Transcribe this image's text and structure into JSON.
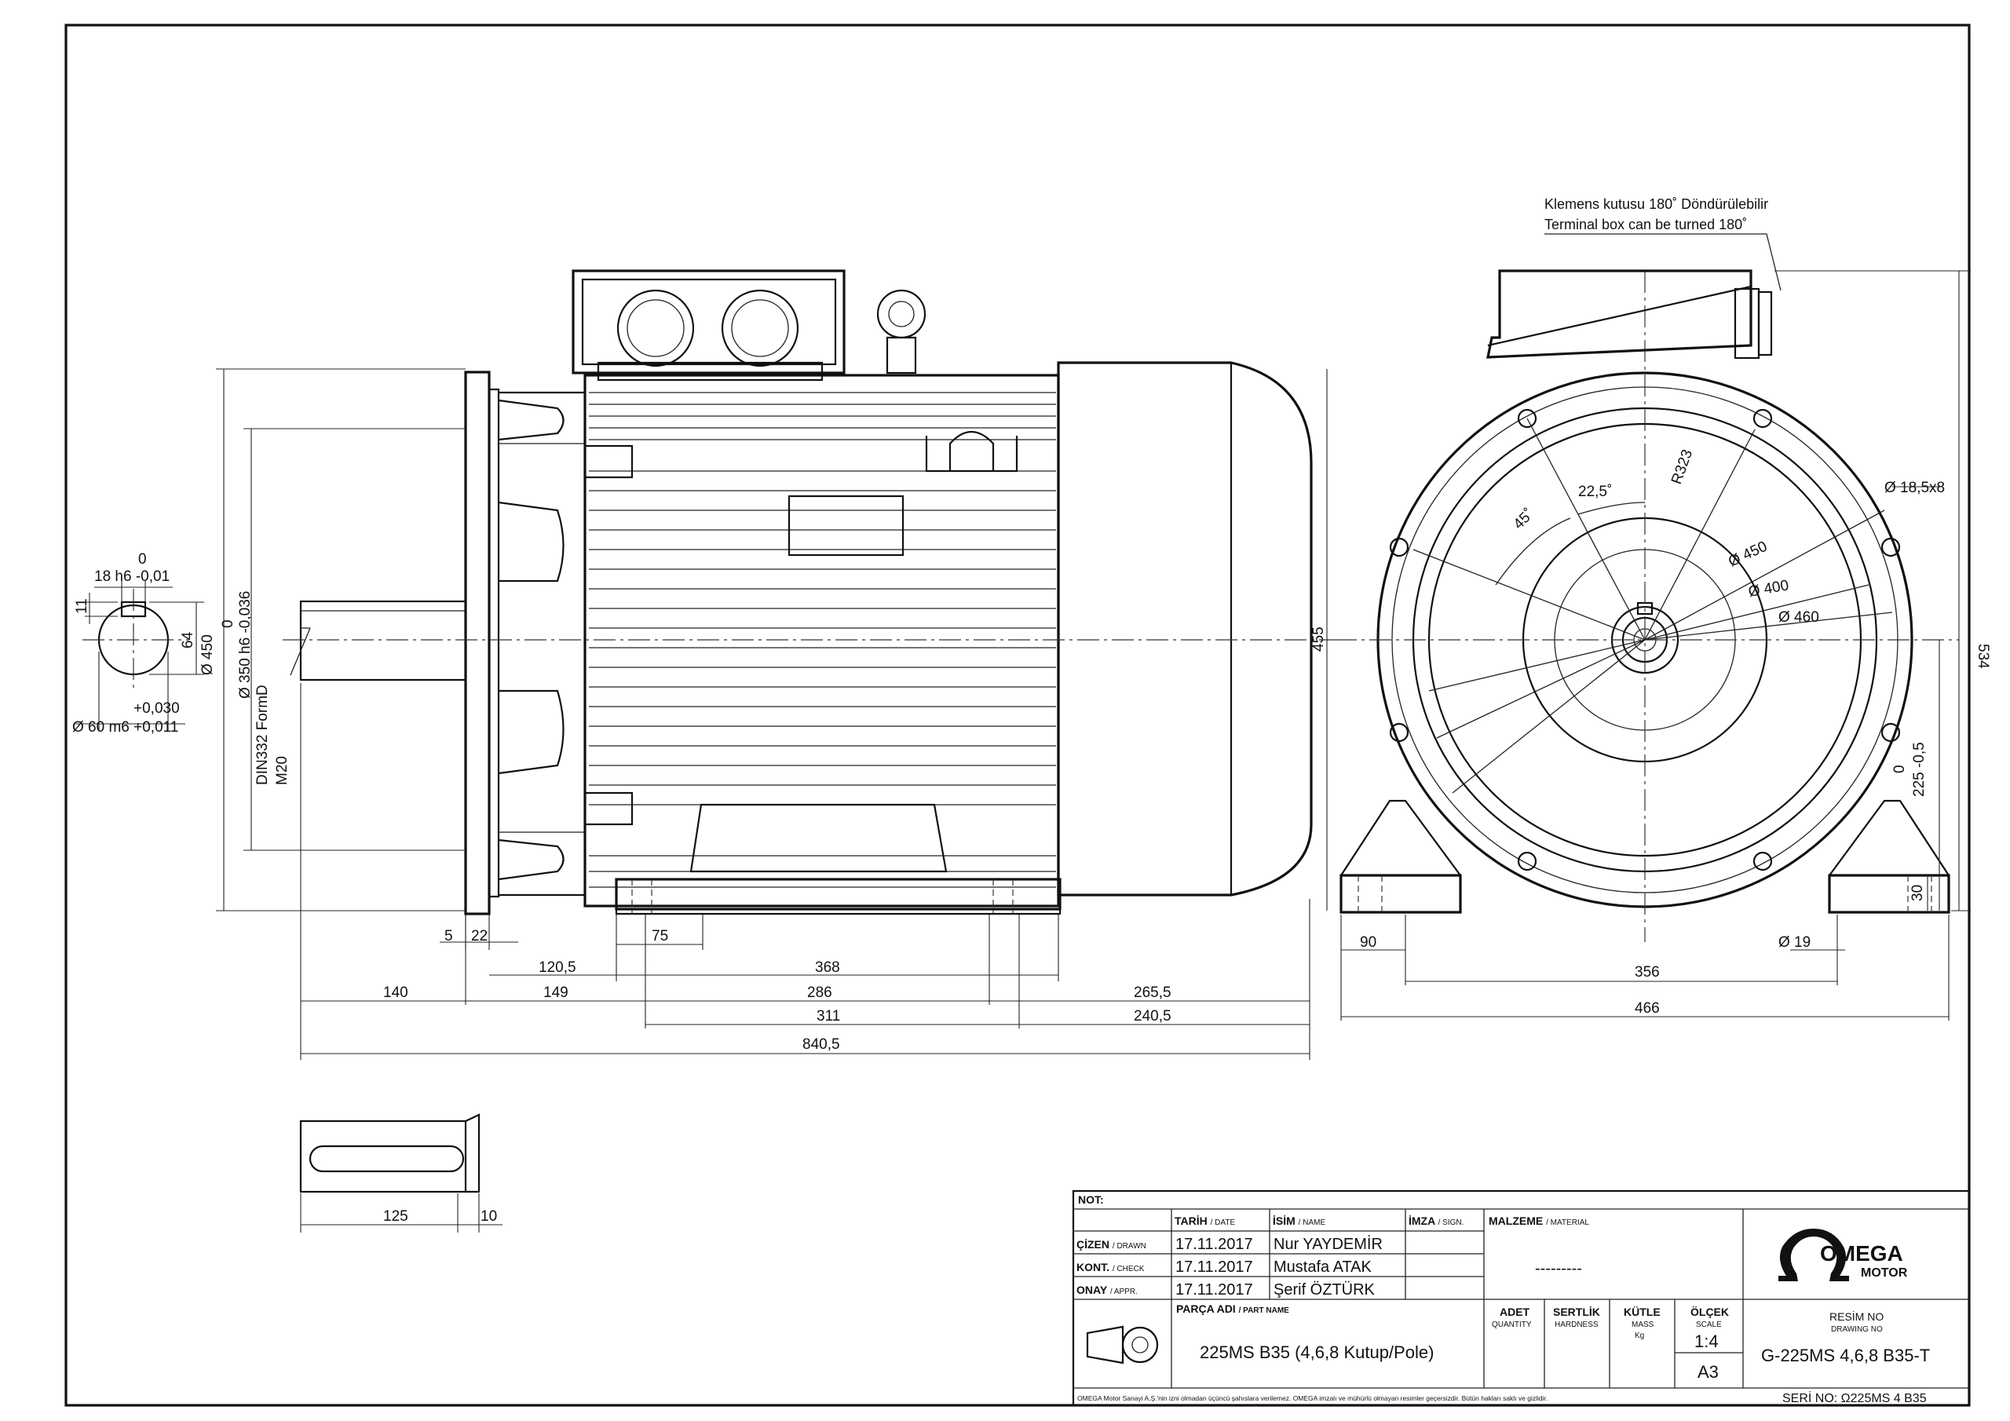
{
  "note": {
    "line1": "Klemens kutusu 180˚ Döndürülebilir",
    "line2": "Terminal box can be turned 180˚"
  },
  "shaft_section": {
    "key_top": "0",
    "key": "18 h6 -0,01",
    "key_depth": "11",
    "height": "64",
    "tol_upper": "+0,030",
    "diameter": "Ø 60 m6 +0,011"
  },
  "front_dims": {
    "d450": "Ø 450",
    "spigot_top": "0",
    "spigot": "Ø 350 h6 -0,036",
    "centre_hole": "DIN332 FormD",
    "thread": "M20",
    "d5": "5",
    "d22": "22",
    "d75": "75",
    "d120_5": "120,5",
    "d368": "368",
    "d140": "140",
    "d149": "149",
    "d286": "286",
    "d265_5": "265,5",
    "d311": "311",
    "d240_5": "240,5",
    "d840_5": "840,5",
    "d455": "455"
  },
  "end_dims": {
    "r323": "R323",
    "a22_5": "22,5˚",
    "a45": "45˚",
    "holes": "Ø 18,5x8",
    "d450": "Ø 450",
    "d400": "Ø 400",
    "d460": "Ø 460",
    "d534": "534",
    "shaft_h_top": "0",
    "shaft_h": "225 -0,5",
    "d30": "30",
    "d90": "90",
    "d19": "Ø 19",
    "d356": "356",
    "d466": "466"
  },
  "key_view": {
    "d125": "125",
    "d10": "10"
  },
  "title_block": {
    "not": "NOT:",
    "date_hdr": "TARİH",
    "date_hdr_en": "/ DATE",
    "name_hdr": "İSİM",
    "name_hdr_en": "/ NAME",
    "sign_hdr": "İMZA",
    "sign_hdr_en": "/ SIGN.",
    "material_hdr": "MALZEME",
    "material_hdr_en": "/ MATERIAL",
    "material_val": "---------",
    "rows": [
      {
        "label": "ÇİZEN",
        "label_en": "/ DRAWN",
        "date": "17.11.2017",
        "name": "Nur YAYDEMİR"
      },
      {
        "label": "KONT.",
        "label_en": "/ CHECK",
        "date": "17.11.2017",
        "name": "Mustafa ATAK"
      },
      {
        "label": "ONAY",
        "label_en": "/ APPR.",
        "date": "17.11.2017",
        "name": "Şerif ÖZTÜRK"
      }
    ],
    "part_hdr": "PARÇA ADI",
    "part_hdr_en": "/ PART NAME",
    "part_name": "225MS B35 (4,6,8 Kutup/Pole)",
    "qty": "ADET",
    "qty_en": "QUANTITY",
    "hardness": "SERTLİK",
    "hardness_en": "HARDNESS",
    "mass": "KÜTLE",
    "mass_en": "MASS",
    "mass_unit": "Kg",
    "scale": "ÖLÇEK",
    "scale_en": "SCALE",
    "scale_val": "1:4",
    "sheet": "A3",
    "drawing_no_hdr": "RESİM NO",
    "drawing_no_hdr_en": "DRAWING NO",
    "drawing_no": "G-225MS 4,6,8 B35-T",
    "logo_text": "OMEGA",
    "logo_sub": "MOTOR",
    "footer": "OMEGA Motor Sanayi A.Ş.'nin izni olmadan üçüncü şahıslara verilemez. OMEGA imzalı ve mühürlü olmayan resimler geçersizdir. Bütün hakları saklı ve gizlidir.",
    "serial": "SERİ NO: Ω225MS 4 B35"
  }
}
